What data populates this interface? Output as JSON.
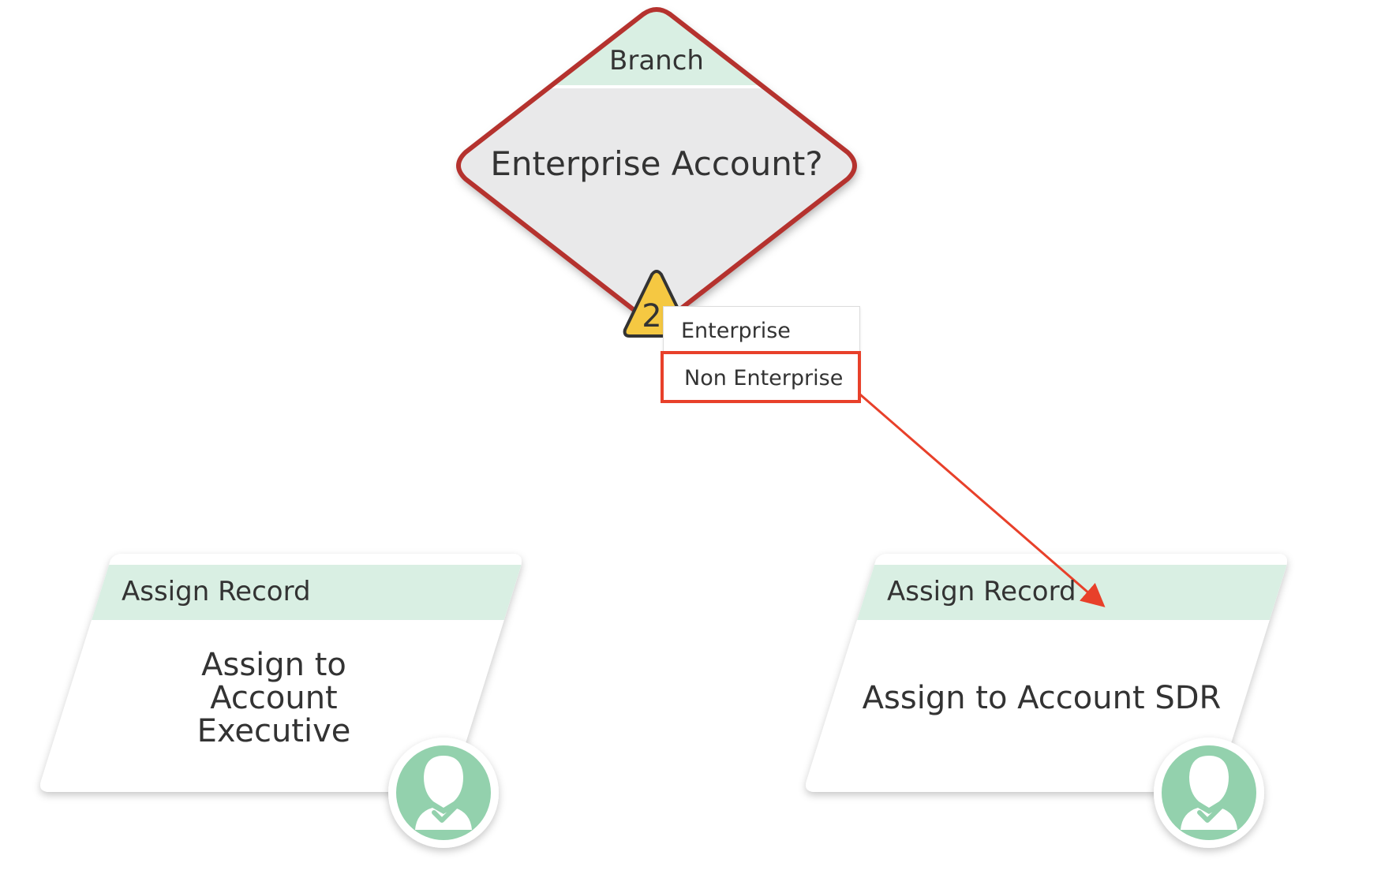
{
  "branch_node": {
    "type_label": "Branch",
    "title": "Enterprise Account?",
    "warning_count": "2"
  },
  "branch_options": {
    "items": [
      {
        "label": "Enterprise"
      },
      {
        "label": "Non Enterprise"
      }
    ]
  },
  "left_node": {
    "type_label": "Assign Record",
    "title": "Assign to Account Executive",
    "icon": "user-check-icon"
  },
  "right_node": {
    "type_label": "Assign Record",
    "title": "Assign to Account SDR",
    "icon": "user-check-icon"
  },
  "colors": {
    "header_green": "#d9efe3",
    "branch_border": "#b5322e",
    "branch_fill": "#e9e9ea",
    "warning_yellow": "#f5c842",
    "highlight_red": "#e8402a",
    "icon_green": "#93d1ad"
  }
}
